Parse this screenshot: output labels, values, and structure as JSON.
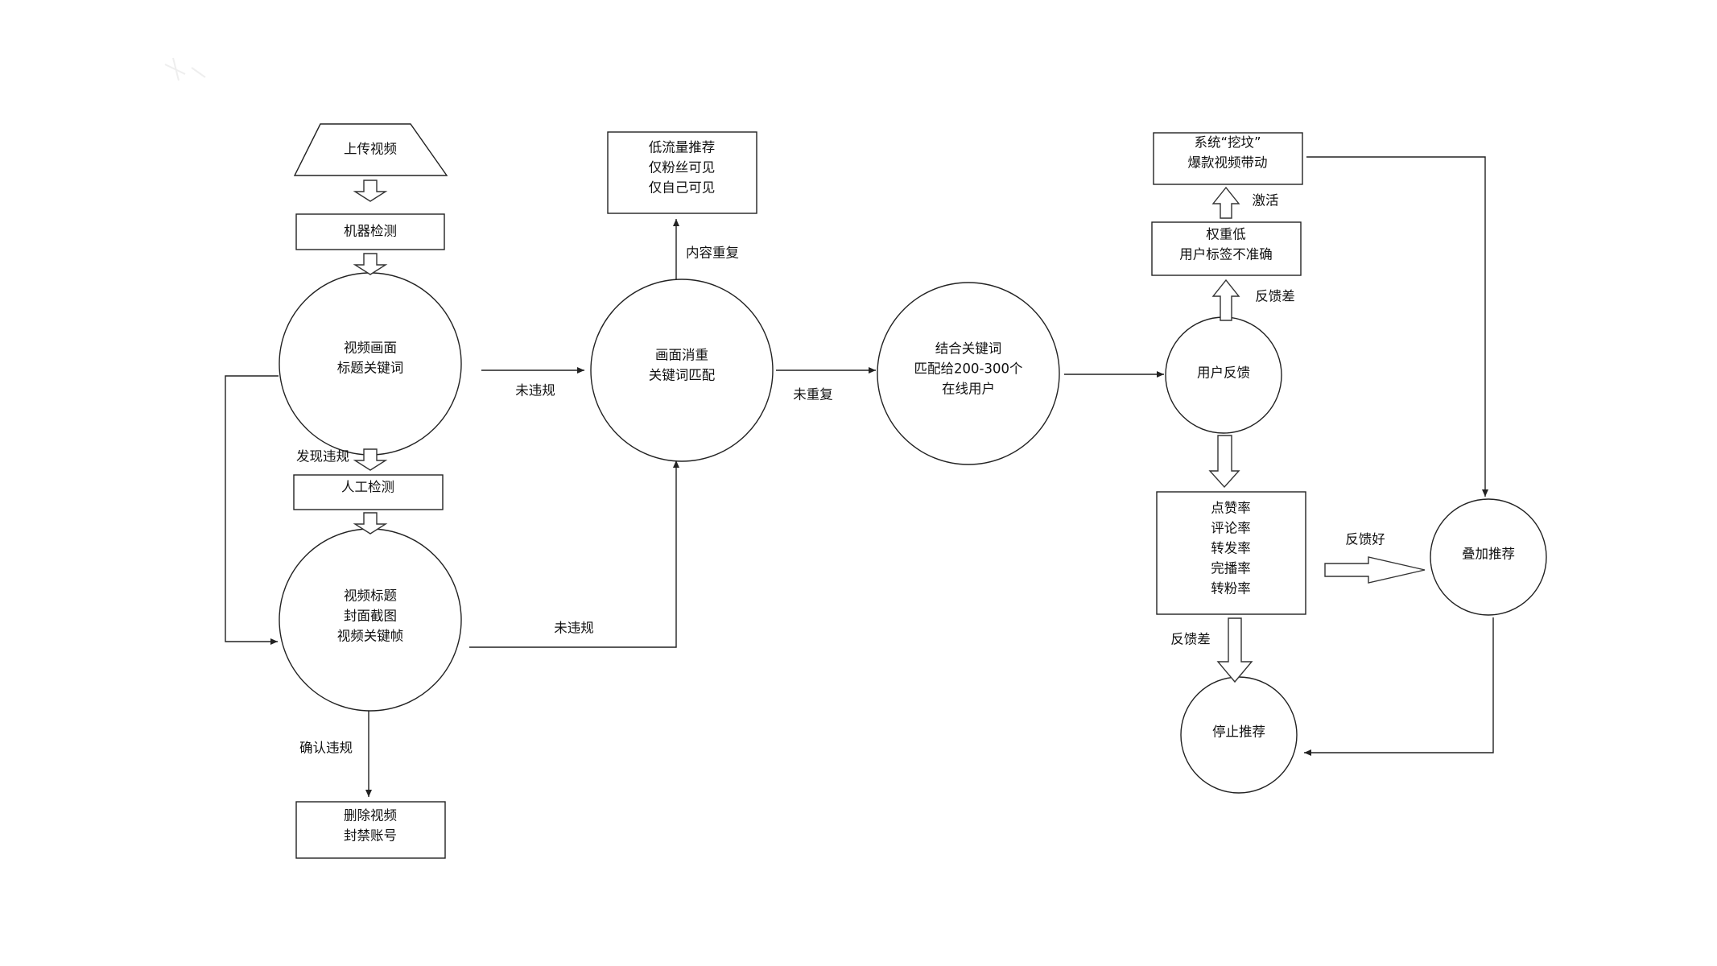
{
  "nodes": {
    "upload": [
      "上传视频"
    ],
    "machine_check": [
      "机器检测"
    ],
    "frame_keywords": [
      "视频画面",
      "标题关键词"
    ],
    "manual_check": [
      "人工检测"
    ],
    "title_cover": [
      "视频标题",
      "封面截图",
      "视频关键帧"
    ],
    "delete": [
      "删除视频",
      "封禁账号"
    ],
    "low_traffic": [
      "低流量推荐",
      "仅粉丝可见",
      "仅自己可见"
    ],
    "dedup": [
      "画面消重",
      "关键词匹配"
    ],
    "match_users": [
      "结合关键词",
      "匹配给200-300个",
      "在线用户"
    ],
    "feedback": [
      "用户反馈"
    ],
    "low_weight": [
      "权重低",
      "用户标签不准确"
    ],
    "dig_tomb": [
      "系统“挖坟”",
      "爆款视频带动"
    ],
    "metrics": [
      "点赞率",
      "评论率",
      "转发率",
      "完播率",
      "转粉率"
    ],
    "boost": [
      "叠加推荐"
    ],
    "stop": [
      "停止推荐"
    ]
  },
  "edge_labels": {
    "found_violation": "发现违规",
    "no_violation_1": "未违规",
    "no_violation_2": "未违规",
    "confirm_violation": "确认违规",
    "duplicate": "内容重复",
    "not_duplicate": "未重复",
    "bad_feedback_up": "反馈差",
    "activate": "激活",
    "good_feedback": "反馈好",
    "bad_feedback_down": "反馈差"
  }
}
